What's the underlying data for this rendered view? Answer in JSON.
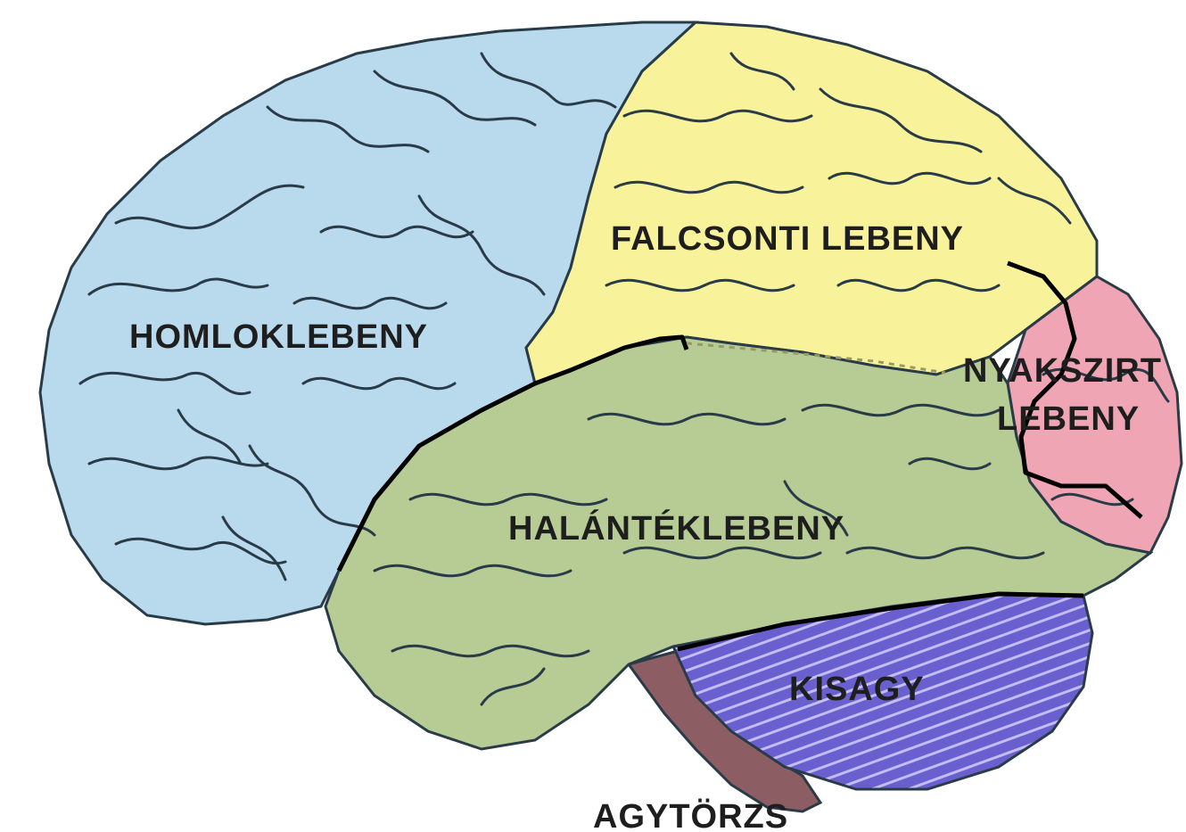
{
  "labels": {
    "frontal": "HOMLOKLEBENY",
    "parietal": "FALCSONTI LEBENY",
    "occipital_line1": "NYAKSZIRT",
    "occipital_line2": "LEBENY",
    "temporal": "HALÁNTÉKLEBENY",
    "cerebellum": "KISAGY",
    "brainstem": "AGYTÖRZS"
  },
  "colors": {
    "frontal": "#b9d9ec",
    "parietal": "#f8f39a",
    "occipital": "#efa5b3",
    "temporal": "#b7cc95",
    "cerebellum": "#6a5fcf",
    "cerebellum_stripes": "#c3bdf5",
    "brainstem": "#8c5e63",
    "outline": "#2a3b48",
    "fissure": "#000000"
  }
}
